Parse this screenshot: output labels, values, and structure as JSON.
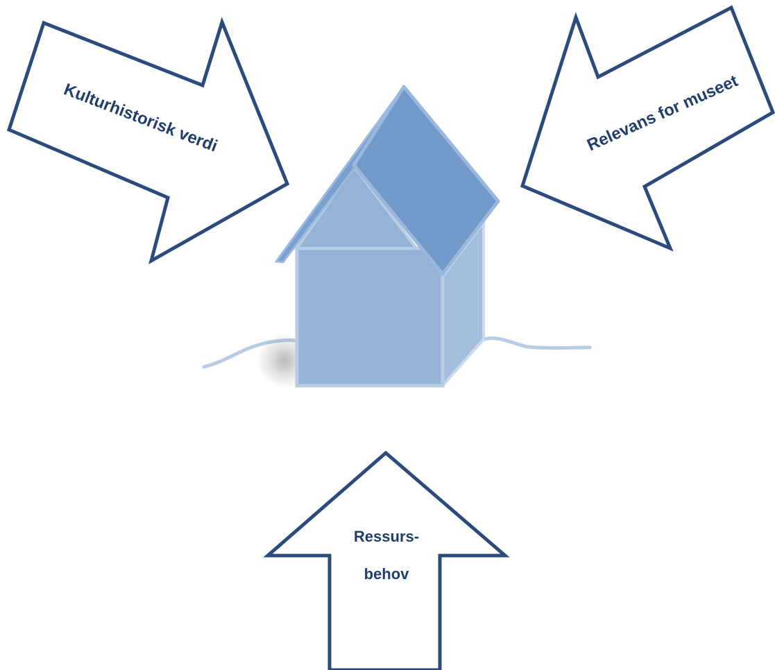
{
  "diagram": {
    "arrows": {
      "left": {
        "label": "Kulturhistorisk verdi"
      },
      "right": {
        "label": "Relevans for museet"
      },
      "bottom": {
        "label_line1": "Ressurs-",
        "label_line2": "behov"
      }
    },
    "center": {
      "icon": "house-icon"
    },
    "colors": {
      "arrow_stroke": "#2a4b7c",
      "label_text": "#1f3e6e",
      "house_wall": "#95b3d7",
      "house_roof": "#7199c9"
    }
  }
}
